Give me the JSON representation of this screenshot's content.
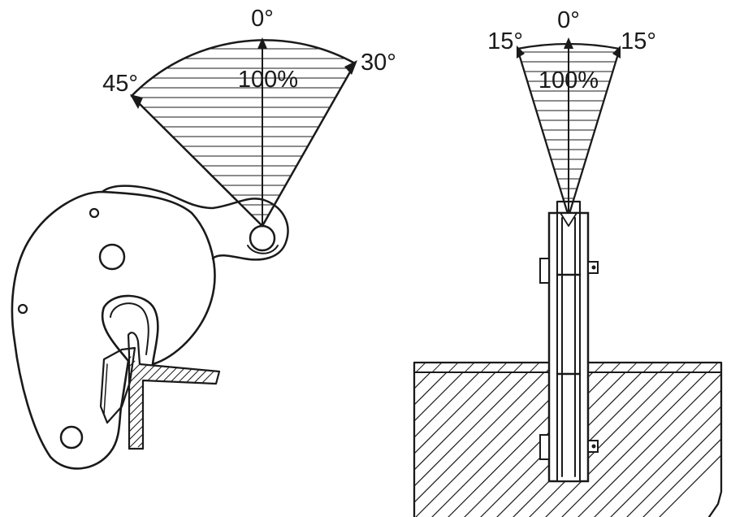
{
  "left_diagram": {
    "labels": {
      "top": "0°",
      "right": "30°",
      "left": "45°",
      "center": "100%"
    }
  },
  "right_diagram": {
    "labels": {
      "top": "0°",
      "left": "15°",
      "right": "15°",
      "center": "100%"
    }
  },
  "colors": {
    "line": "#1a1a1a",
    "background": "#ffffff"
  }
}
